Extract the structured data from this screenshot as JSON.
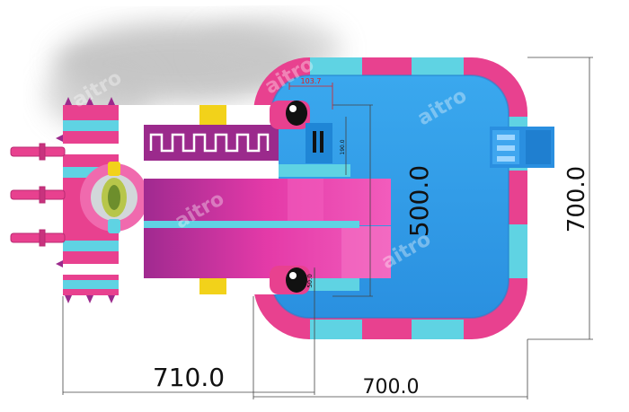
{
  "dimensions": {
    "total_length": "710.0",
    "pool_width": "700.0",
    "pool_height": "700.0",
    "slide_length": "500.0",
    "small_top": "103.7",
    "small_mid": "190.0",
    "small_bottom": "50.0"
  },
  "watermark": "aitro",
  "colors": {
    "pink": "#e8418f",
    "light_pink": "#f47fb8",
    "cyan": "#5fd3e3",
    "blue": "#2b9be8",
    "dark_blue": "#1f86d6",
    "purple": "#9b2a8c",
    "magenta": "#d0209a",
    "yellow": "#f2d21a",
    "white": "#ffffff",
    "shadow": "#bdbdbd"
  }
}
